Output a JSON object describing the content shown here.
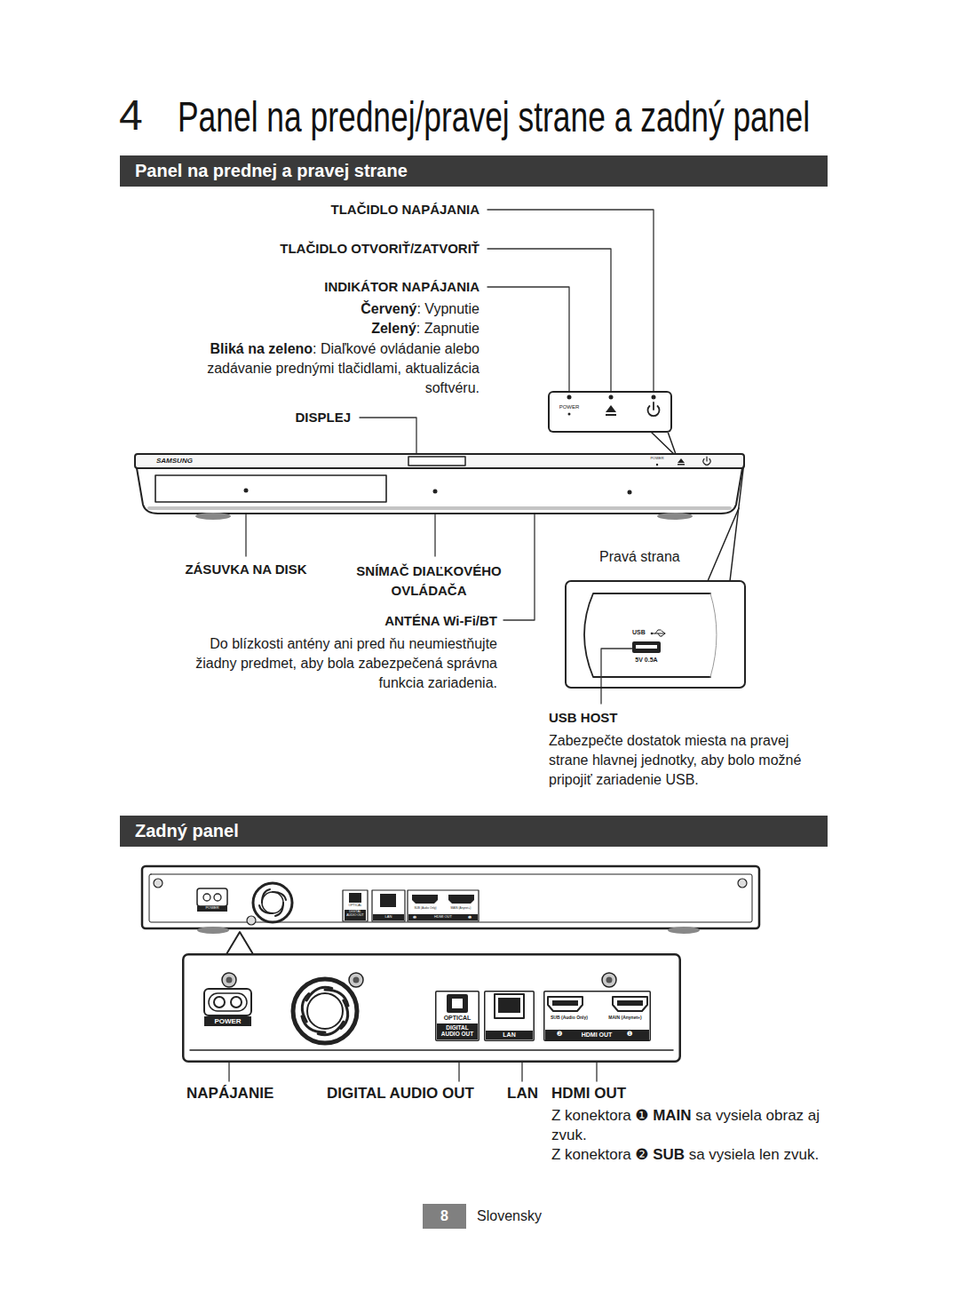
{
  "diagram": {
    "title": "Panel na prednej/pravej strane a zadný panel",
    "nodes": [
      {
        "text": [
          "Panel na prednej a pravej strane"
        ]
      },
      {
        "text": [
          "SAMSUNG",
          "POWER"
        ]
      },
      {
        "text": [
          "POWER"
        ]
      },
      {
        "text": [
          "Pravá strana",
          "USB",
          "5V 0.5A"
        ]
      },
      {
        "text": [
          "Zadný panel"
        ]
      },
      {
        "text": [
          "POWER",
          "OPTICAL",
          "DIGITAL AUDIO OUT",
          "LAN",
          "SUB (Audio Only)",
          "MAIN (Anynet+)",
          "❷",
          "HDMI OUT",
          "❶"
        ]
      },
      {
        "text": [
          "POWER"
        ]
      },
      {
        "text": [
          "OPTICAL",
          "DIGITAL AUDIO OUT"
        ],
        "in": 6
      },
      {
        "text": [
          "LAN"
        ],
        "in": 6
      },
      {
        "text": [
          "SUB (Audio Only)",
          "MAIN (Anynet+)",
          "❷",
          "HDMI OUT",
          "❶"
        ],
        "in": 6
      },
      {
        "text": [
          "8"
        ]
      }
    ],
    "labels": [
      "4",
      "TLAČIDLO NAPÁJANIA",
      "TLAČIDLO OTVORIŤ/ZATVORIŤ",
      "INDIKÁTOR NAPÁJANIA",
      "Červený",
      ": Vypnutie",
      "Zelený",
      ": Zapnutie",
      "Bliká na zeleno",
      ": Diaľkové ovládanie alebo zadávanie prednými tlačidlami, aktualizácia softvéru.",
      "DISPLEJ",
      "ZÁSUVKA NA DISK",
      "SNÍMAČ DIAĽKOVÉHO OVLÁDAČA",
      "ANTÉNA Wi-Fi/BT",
      "Do blízkosti antény ani pred ňu neumiestňujte žiadny predmet, aby bola zabezpečená správna funkcia zariadenia.",
      "USB HOST",
      "Zabezpečte dostatok miesta na pravej strane hlavnej jednotky, aby bolo možné pripojiť zariadenie USB.",
      "NAPÁJANIE",
      "DIGITAL AUDIO OUT",
      "LAN",
      "HDMI OUT",
      "Z konektora",
      "❶",
      "MAIN",
      "sa vysiela obraz aj zvuk.",
      "Z konektora",
      "❷",
      "SUB",
      "sa vysiela len zvuk.",
      "Slovensky"
    ]
  }
}
